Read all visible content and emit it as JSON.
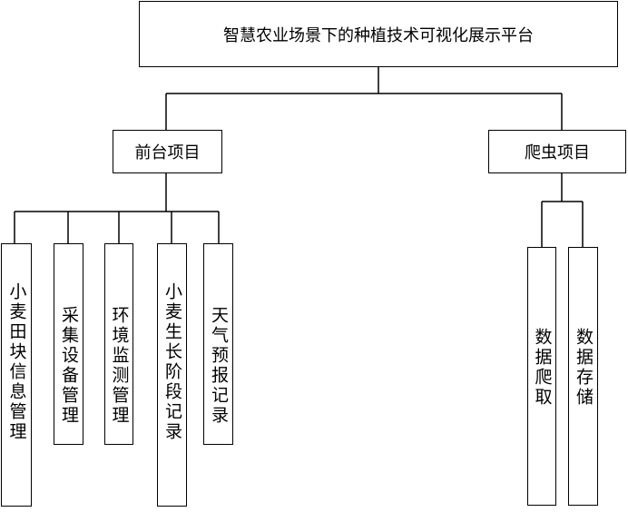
{
  "diagram": {
    "root": {
      "label": "智慧农业场景下的种植技术可视化展示平台"
    },
    "branches": [
      {
        "label": "前台项目",
        "children": [
          {
            "label": "小麦田块信息管理"
          },
          {
            "label": "采集设备管理"
          },
          {
            "label": "环境监测管理"
          },
          {
            "label": "小麦生长阶段记录"
          },
          {
            "label": "天气预报记录"
          }
        ]
      },
      {
        "label": "爬虫项目",
        "children": [
          {
            "label": "数据爬取"
          },
          {
            "label": "数据存储"
          }
        ]
      }
    ],
    "line_color": "#000000",
    "box_border_color": "#000000",
    "background_color": "#ffffff"
  }
}
